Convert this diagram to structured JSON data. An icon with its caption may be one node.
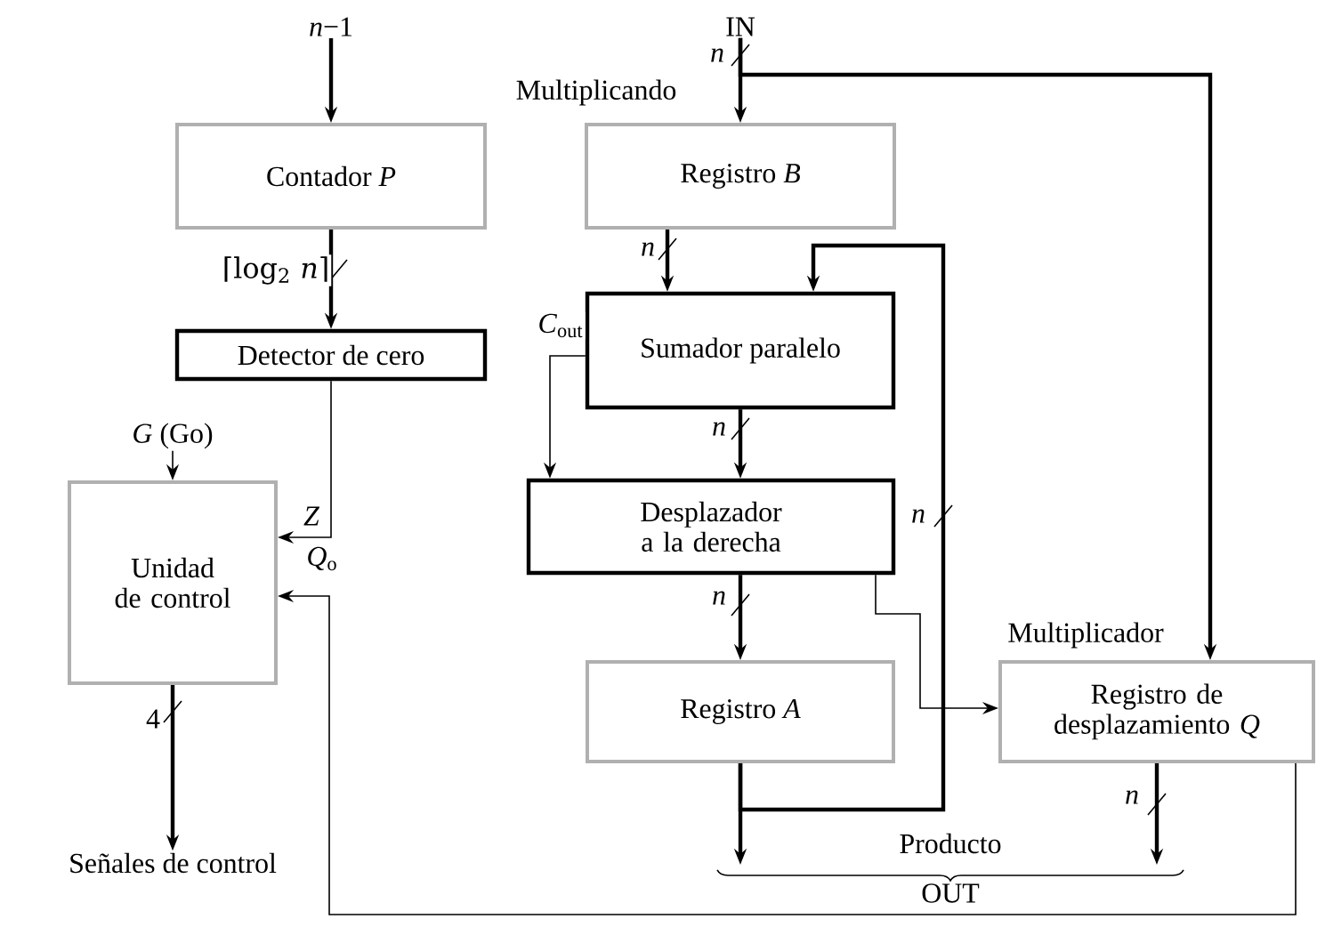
{
  "diagram": {
    "nodes": [
      {
        "text": [
          "Contador *P*"
        ]
      },
      {
        "text": [
          "Registro *B*"
        ]
      },
      {
        "text": [
          "Detector de cero"
        ]
      },
      {
        "text": [
          "Sumador paralelo"
        ]
      },
      {
        "text": [
          "Unidad de control"
        ]
      },
      {
        "text": [
          "Desplazador a la derecha"
        ]
      },
      {
        "text": [
          "Registro *A*"
        ]
      },
      {
        "text": [
          "Registro de desplazamiento *Q*"
        ]
      },
      {
        "text": [
          "*n*−1"
        ]
      },
      {
        "text": [
          "IN"
        ]
      },
      {
        "text": [
          "*G* (Go)"
        ]
      },
      {
        "text": [
          "Señales de control"
        ]
      }
    ],
    "edges": [
      {
        "from": 8,
        "to": 0,
        "arrow": "to"
      },
      {
        "from": 0,
        "to": 2,
        "arrow": "to",
        "label": "⌈log$_{2}$ *n*⌉"
      },
      {
        "from": 9,
        "to": 1,
        "arrow": "to",
        "label": "*n*"
      },
      {
        "from": 9,
        "to": 7,
        "arrow": "to",
        "label": "Multiplicador"
      },
      {
        "from": 1,
        "to": 3,
        "arrow": "to",
        "label": "*n*"
      },
      {
        "from": 3,
        "to": 5,
        "arrow": "to",
        "label": "*n*"
      },
      {
        "from": 5,
        "to": 6,
        "arrow": "to",
        "label": "*n*"
      },
      {
        "from": 6,
        "to": 3,
        "arrow": "to",
        "label": "*n*"
      },
      {
        "from": 6,
        "to": null,
        "arrow": "to"
      },
      {
        "from": 7,
        "to": null,
        "arrow": "to",
        "label": "*n*"
      },
      {
        "from": 3,
        "to": 5,
        "arrow": "to",
        "label": "*C*$_{out}$"
      },
      {
        "from": 5,
        "to": 7,
        "arrow": "to"
      },
      {
        "from": 2,
        "to": 4,
        "arrow": "to",
        "label": "*Z*"
      },
      {
        "from": 7,
        "to": 4,
        "arrow": "to",
        "label": "*Q*$_{o}$"
      },
      {
        "from": 10,
        "to": 4,
        "arrow": "to"
      },
      {
        "from": 4,
        "to": 11,
        "arrow": "to",
        "label": "4"
      }
    ],
    "labels": [
      "Multiplicando",
      "Producto",
      "OUT"
    ]
  }
}
